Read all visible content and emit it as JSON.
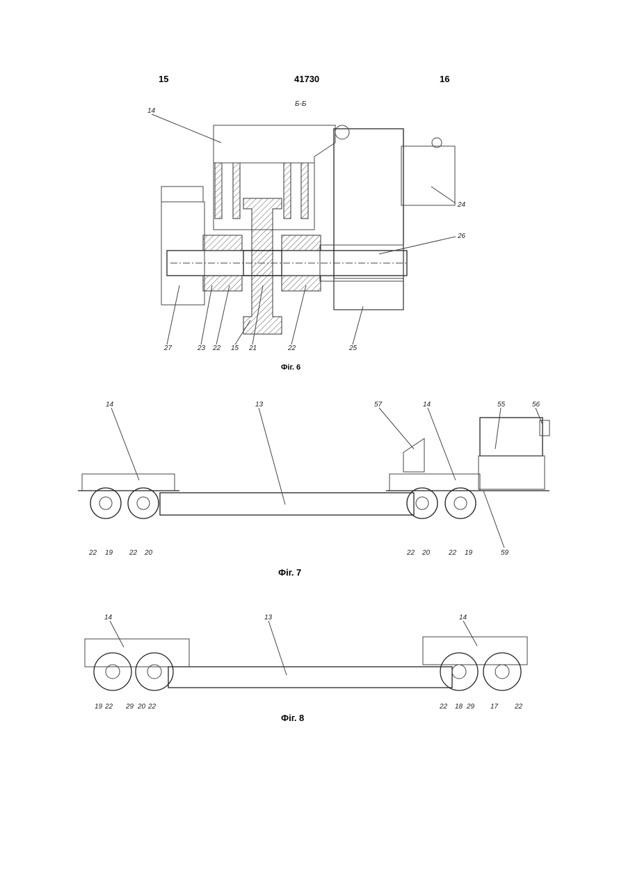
{
  "header": {
    "left_page": "15",
    "doc_number": "41730",
    "right_page": "16"
  },
  "fig6": {
    "section": "Б-Б",
    "caption": "Фіг. 6",
    "labels": {
      "l14": "14",
      "l24": "24",
      "l26": "26",
      "l27": "27",
      "l23": "23",
      "l22a": "22",
      "l15": "15",
      "l21": "21",
      "l22b": "22",
      "l25": "25"
    }
  },
  "fig7": {
    "caption": "Фіг. 7",
    "labels": {
      "l14a": "14",
      "l13": "13",
      "l57": "57",
      "l14b": "14",
      "l55": "55",
      "l56": "56",
      "l22a": "22",
      "l19a": "19",
      "l22b": "22",
      "l20a": "20",
      "l22c": "22",
      "l20b": "20",
      "l22d": "22",
      "l19b": "19",
      "l59": "59"
    }
  },
  "fig8": {
    "caption": "Фіг. 8",
    "labels": {
      "l14a": "14",
      "l13": "13",
      "l14b": "14",
      "l19": "19",
      "l22a": "22",
      "l29a": "29",
      "l20": "20",
      "l22b": "22",
      "l22c": "22",
      "l18": "18",
      "l29b": "29",
      "l17": "17",
      "l22d": "22"
    }
  }
}
